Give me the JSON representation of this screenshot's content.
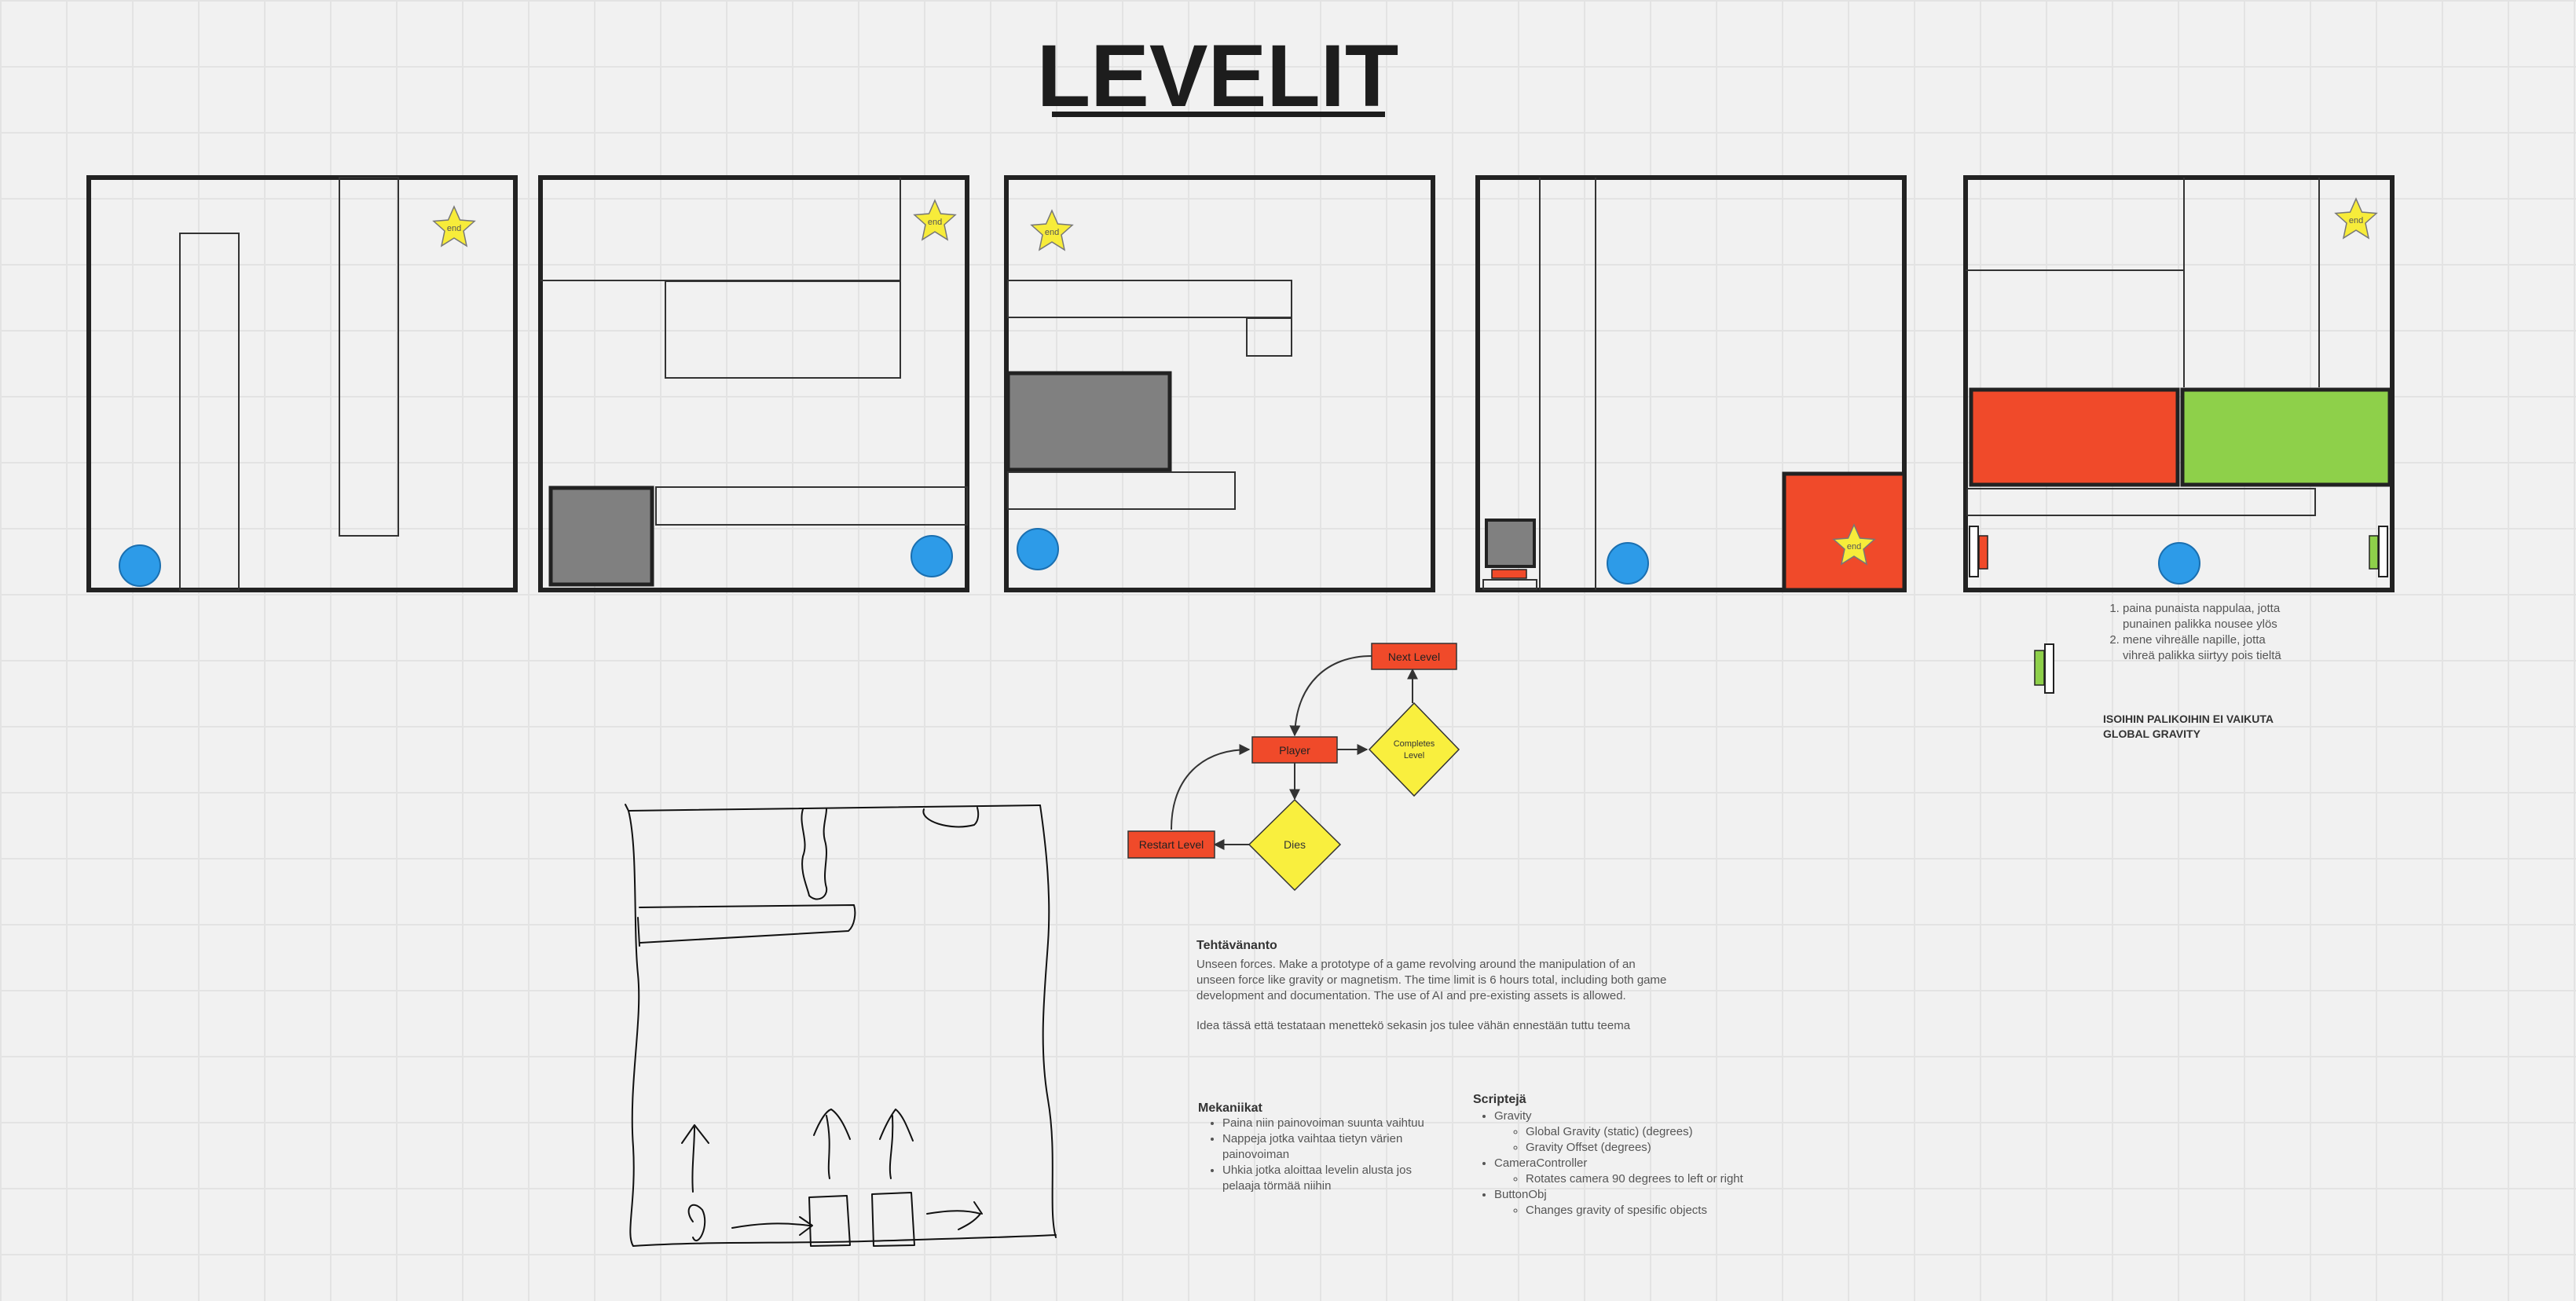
{
  "title": "LEVELIT",
  "end_label": "end",
  "colors": {
    "player": "#2d9be8",
    "button_red": "#f04a2a",
    "button_green": "#8ed04a",
    "block_gray": "#808080",
    "star": "#f7ec3a",
    "node_red": "#f04a2a",
    "node_yellow": "#f9ef3e"
  },
  "flow": {
    "next_level": "Next Level",
    "player": "Player",
    "completes_level_1": "Completes",
    "completes_level_2": "Level",
    "dies": "Dies",
    "restart_level": "Restart Level"
  },
  "level5_notes": {
    "steps": [
      "paina punaista nappulaa, jotta punainen palikka nousee ylös",
      "mene vihreälle napille, jotta vihreä palikka siirtyy pois tieltä"
    ],
    "warning": "ISOIHIN PALIKOIHIN EI VAIKUTA GLOBAL GRAVITY"
  },
  "task": {
    "title": "Tehtävänanto",
    "body": "Unseen forces. Make a prototype of a game revolving around the manipulation of an unseen force like gravity or magnetism. The time limit is 6 hours total, including both game development and documentation. The use of AI and pre-existing assets is allowed.",
    "idea": "Idea tässä että testataan menettekö sekasin jos tulee vähän ennestään tuttu teema"
  },
  "mechanics": {
    "title": "Mekaniikat",
    "items": [
      "Paina niin painovoiman suunta vaihtuu",
      "Nappeja jotka vaihtaa tietyn värien painovoiman",
      "Uhkia jotka aloittaa levelin alusta jos pelaaja törmää niihin"
    ]
  },
  "scripts": {
    "title": "Scriptejä",
    "gravity": "Gravity",
    "gravity_items": [
      "Global Gravity (static) (degrees)",
      "Gravity Offset (degrees)"
    ],
    "camera": "CameraController",
    "camera_items": [
      "Rotates camera 90 degrees to left or right"
    ],
    "button": "ButtonObj",
    "button_items": [
      "Changes gravity of spesific objects"
    ]
  }
}
